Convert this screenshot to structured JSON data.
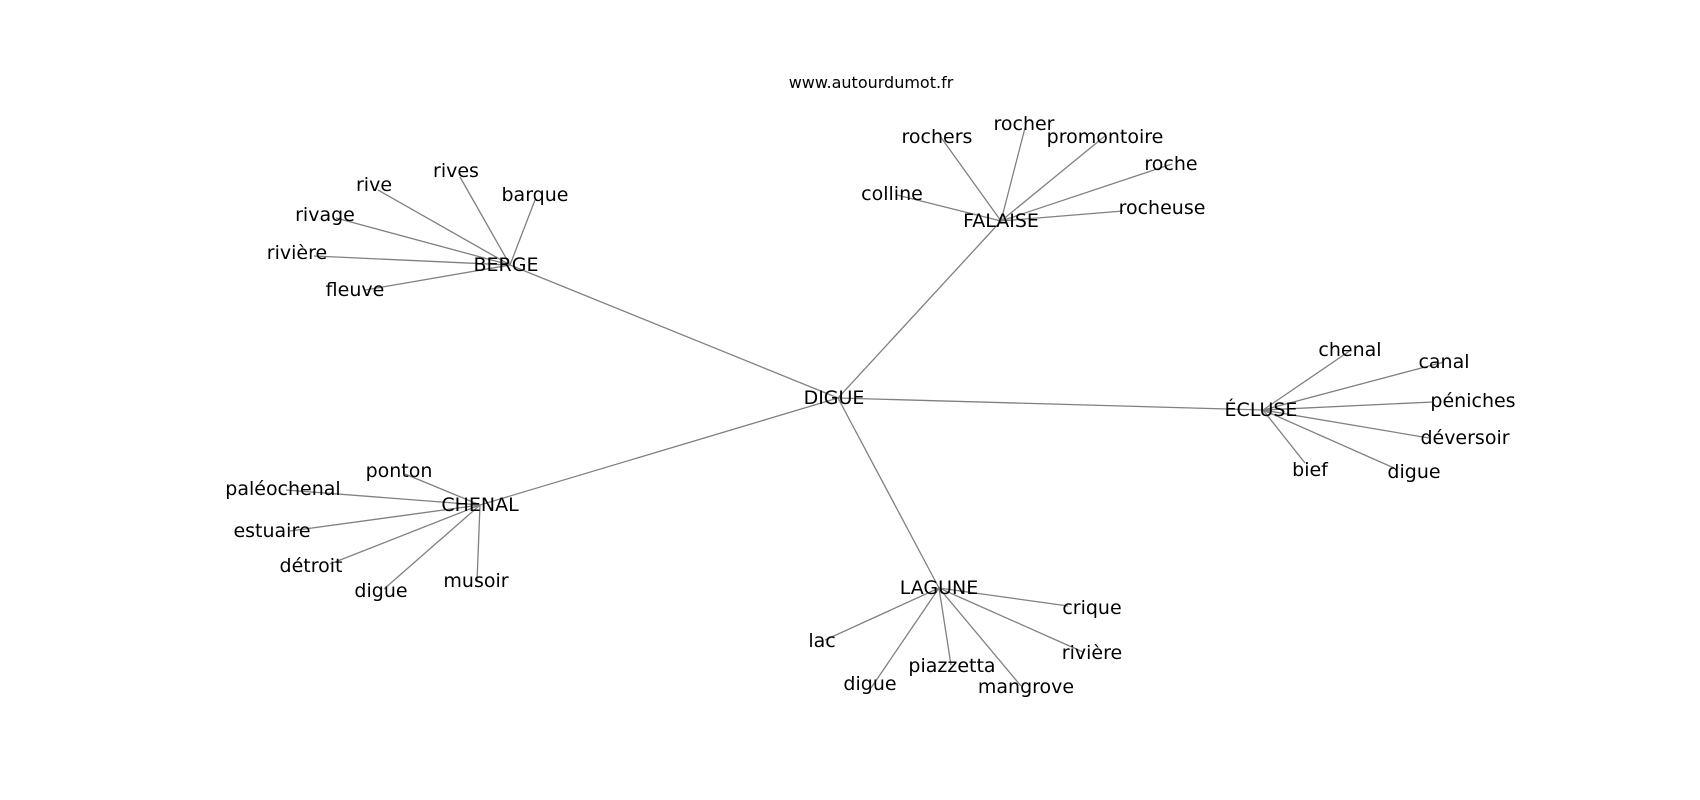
{
  "site": "www.autourdumot.fr",
  "center": "DIGUE",
  "clusters": [
    {
      "hub": "BERGE",
      "words": [
        "rives",
        "barque",
        "rive",
        "rivage",
        "rivière",
        "fleuve"
      ]
    },
    {
      "hub": "FALAISE",
      "words": [
        "rocher",
        "rochers",
        "promontoire",
        "roche",
        "colline",
        "rocheuse"
      ]
    },
    {
      "hub": "ÉCLUSE",
      "words": [
        "chenal",
        "canal",
        "péniches",
        "déversoir",
        "digue",
        "bief"
      ]
    },
    {
      "hub": "CHENAL",
      "words": [
        "ponton",
        "paléochenal",
        "estuaire",
        "détroit",
        "digue",
        "musoir"
      ]
    },
    {
      "hub": "LAGUNE",
      "words": [
        "crique",
        "rivière",
        "mangrove",
        "piazzetta",
        "digue",
        "lac"
      ]
    }
  ]
}
